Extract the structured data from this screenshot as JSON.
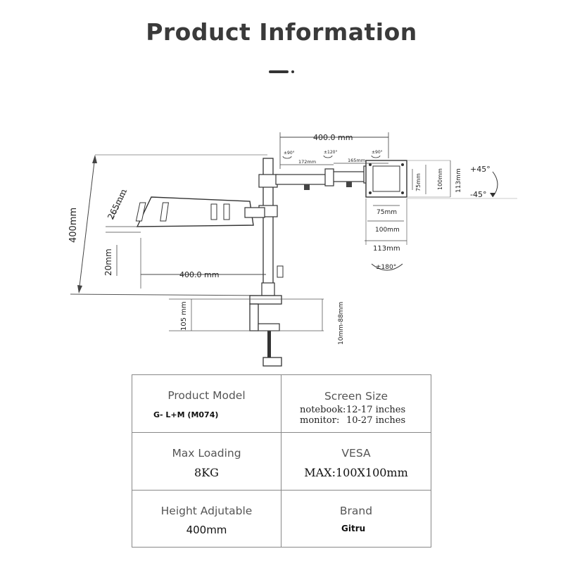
{
  "page": {
    "title": "Product Information"
  },
  "diagram": {
    "labels": {
      "arm_length_top": "400.0 mm",
      "arm_length_bottom": "400.0 mm",
      "height_total": "400mm",
      "tray_depth": "265mm",
      "tray_offset": "20mm",
      "clamp_height": "105 mm",
      "clamp_range": "10mm-88mm",
      "seg_172": "172mm",
      "seg_165": "165mm",
      "rot_90_left": "±90°",
      "rot_120": "±120°",
      "rot_90_right": "±90°",
      "vesa_75_v": "75mm",
      "vesa_100_v": "100mm",
      "vesa_113_v": "113mm",
      "vesa_75_h": "75mm",
      "vesa_100_h": "100mm",
      "vesa_113_h": "113mm",
      "tilt_up": "+45°",
      "tilt_down": "-45°",
      "swivel": "±180°"
    }
  },
  "specs": {
    "product_model": {
      "label": "Product Model",
      "value": "G- L+M (M074)"
    },
    "screen_size": {
      "label": "Screen Size",
      "notebook_key": "notebook:",
      "notebook_val": "12-17 inches",
      "monitor_key": "monitor:",
      "monitor_val": "10-27 inches"
    },
    "max_loading": {
      "label": "Max Loading",
      "value": "8KG"
    },
    "vesa": {
      "label": "VESA",
      "value": "MAX:100X100mm"
    },
    "height": {
      "label": "Height Adjutable",
      "value": "400mm"
    },
    "brand": {
      "label": "Brand",
      "value": "Gitru"
    }
  }
}
